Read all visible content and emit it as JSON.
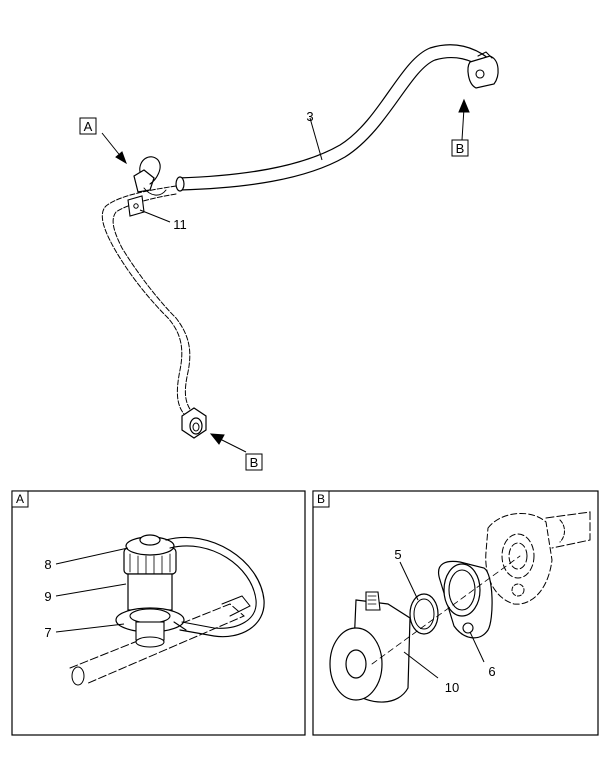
{
  "callouts": {
    "view_a_tag": "A",
    "view_b_tag_top": "B",
    "view_b_tag_bottom": "B",
    "part_3": "3",
    "part_11": "11"
  },
  "panel_a": {
    "tag": "A",
    "part_8": "8",
    "part_9": "9",
    "part_7": "7"
  },
  "panel_b": {
    "tag": "B",
    "part_5": "5",
    "part_6": "6",
    "part_10": "10"
  }
}
